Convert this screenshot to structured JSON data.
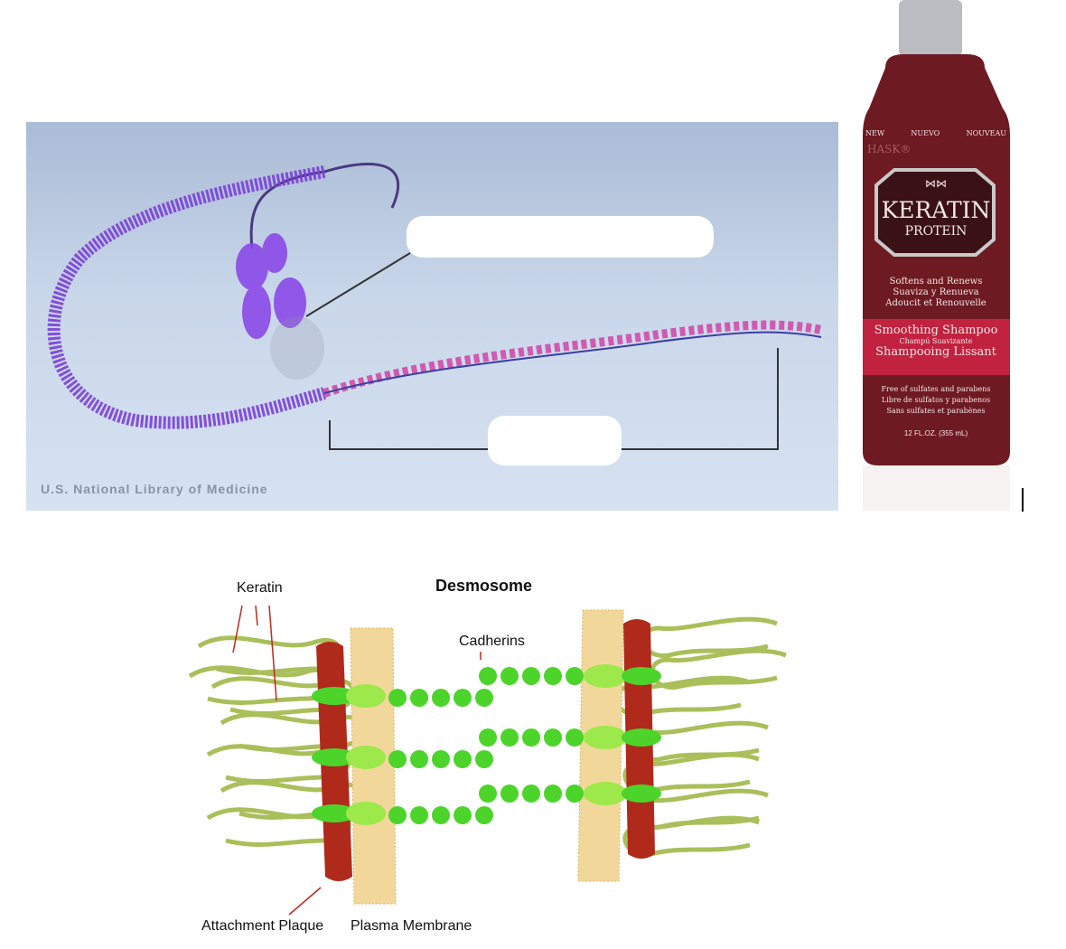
{
  "dna_figure": {
    "credit": "U.S. National Library of Medicine",
    "colors": {
      "dna_purple": "#7a3fd6",
      "dna_pink": "#d05ab0",
      "background": "#c4d3e8"
    }
  },
  "bottle": {
    "top_labels": [
      "NEW",
      "NUEVO",
      "NOUVEAU"
    ],
    "brand": "HASK®",
    "title_line1": "KERATIN",
    "title_line2": "PROTEIN",
    "benefit": [
      "Softens and Renews",
      "Suaviza y Renueva",
      "Adoucit et Renouvelle"
    ],
    "product": [
      "Smoothing Shampoo",
      "Champú Suavizante",
      "Shampooing Lissant"
    ],
    "free_of": [
      "Free of sulfates and parabens",
      "Libre de sulfatos y parabenos",
      "Sans sulfates et parabènes"
    ],
    "volume": "12 FL.OZ. (355 mL)",
    "colors": {
      "bottle": "#6e1a22",
      "band": "#c0223f",
      "cap": "#b9bcc0"
    }
  },
  "desmosome": {
    "title": "Desmosome",
    "labels": {
      "keratin": "Keratin",
      "cadherins": "Cadherins",
      "attachment_plaque": "Attachment Plaque",
      "plasma_membrane": "Plasma Membrane"
    },
    "colors": {
      "cadherin": "#4cd42a",
      "keratin": "#a9bf5a",
      "plaque": "#b02a1c",
      "membrane": "#f1d79a"
    }
  }
}
